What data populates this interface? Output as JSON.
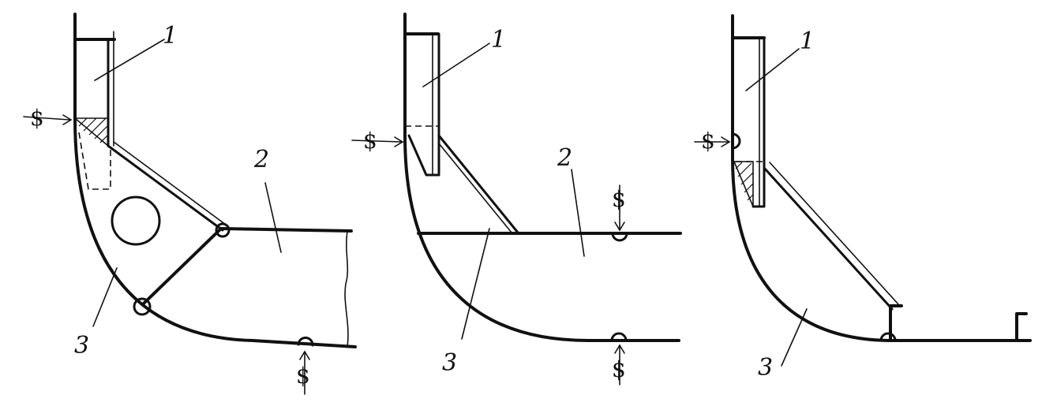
{
  "labels": {
    "tank": "1",
    "beam": "2",
    "bracket": "3"
  },
  "weld_symbol": "$",
  "colors": {
    "ink": "#111111",
    "background": "#ffffff"
  }
}
